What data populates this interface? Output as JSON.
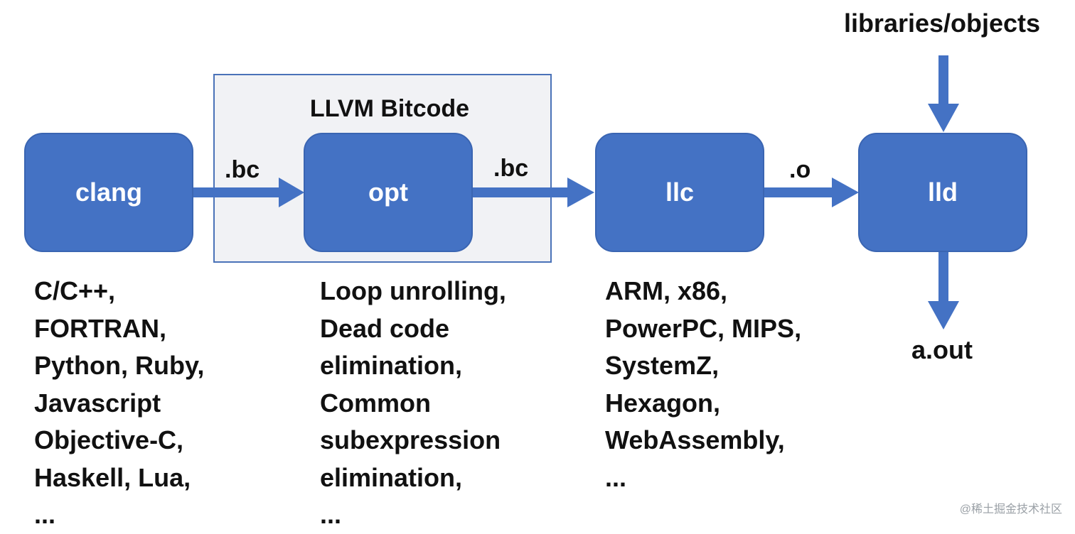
{
  "bitcode": {
    "title": "LLVM Bitcode"
  },
  "stages": {
    "clang": "clang",
    "opt": "opt",
    "llc": "llc",
    "lld": "lld"
  },
  "edges": {
    "clang_to_opt": ".bc",
    "opt_to_llc": ".bc",
    "llc_to_lld": ".o"
  },
  "inputs": {
    "libraries": "libraries/objects"
  },
  "outputs": {
    "binary": "a.out"
  },
  "descriptions": {
    "clang": [
      "C/C++,",
      "FORTRAN,",
      "Python, Ruby,",
      "Javascript",
      "Objective-C,",
      "Haskell, Lua,",
      "..."
    ],
    "opt": [
      "Loop unrolling,",
      "Dead code",
      "elimination,",
      "Common",
      "subexpression",
      "elimination,",
      "..."
    ],
    "llc": [
      "ARM, x86,",
      "PowerPC, MIPS,",
      "SystemZ,",
      "Hexagon,",
      "WebAssembly,",
      "..."
    ]
  },
  "colors": {
    "stage_fill": "#4472c4",
    "arrow": "#4472c4",
    "bitcode_fill": "#f1f2f5",
    "bitcode_border": "#4a72b8"
  },
  "watermark": "@稀土掘金技术社区"
}
